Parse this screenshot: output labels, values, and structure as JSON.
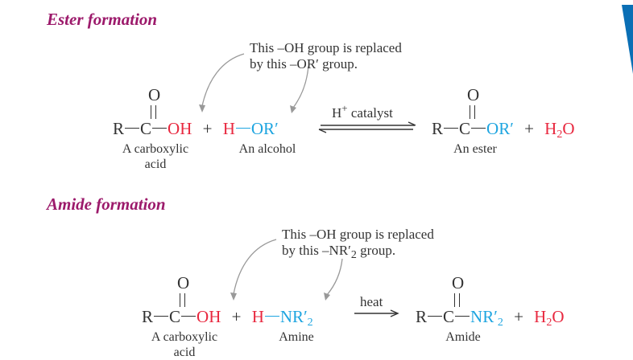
{
  "sections": [
    {
      "title": "Ester formation",
      "annotation": {
        "line1": "This –OH group is replaced",
        "line2": "by this –OR′ group."
      },
      "reactant1": {
        "formula": {
          "R": "R",
          "C": "C",
          "O_carbonyl": "O",
          "leaving": "OH"
        },
        "label_line1": "A carboxylic",
        "label_line2": "acid"
      },
      "plus1": "+",
      "reactant2": {
        "H": "H",
        "group": "OR′",
        "label": "An alcohol"
      },
      "arrow": {
        "type": "equilibrium",
        "condition_main": "H",
        "condition_sup": "+",
        "condition_text": " catalyst"
      },
      "product": {
        "formula": {
          "R": "R",
          "C": "C",
          "O_carbonyl": "O",
          "group": "OR′"
        },
        "label": "An ester"
      },
      "plus2": "+",
      "byproduct": {
        "H": "H",
        "sub": "2",
        "O": "O"
      }
    },
    {
      "title": "Amide formation",
      "annotation": {
        "line1": "This –OH group is replaced",
        "line2_pre": "by this –NR′",
        "line2_sub": "2",
        "line2_post": " group."
      },
      "reactant1": {
        "formula": {
          "R": "R",
          "C": "C",
          "O_carbonyl": "O",
          "leaving": "OH"
        },
        "label_line1": "A carboxylic",
        "label_line2": "acid"
      },
      "plus1": "+",
      "reactant2": {
        "H": "H",
        "group": "NR′",
        "group_sub": "2",
        "label": "Amine"
      },
      "arrow": {
        "type": "forward",
        "condition_text": "heat"
      },
      "product": {
        "formula": {
          "R": "R",
          "C": "C",
          "O_carbonyl": "O",
          "group": "NR′",
          "group_sub": "2"
        },
        "label": "Amide"
      },
      "plus2": "+",
      "byproduct": {
        "H": "H",
        "sub": "2",
        "O": "O"
      }
    }
  ],
  "colors": {
    "title": "#9c1a6b",
    "leaving_group": "#e8283f",
    "nucleophile_group": "#1ea5e0",
    "text": "#333333",
    "annotation_arrow": "#999999",
    "corner_accent": "#0a6fb5"
  }
}
